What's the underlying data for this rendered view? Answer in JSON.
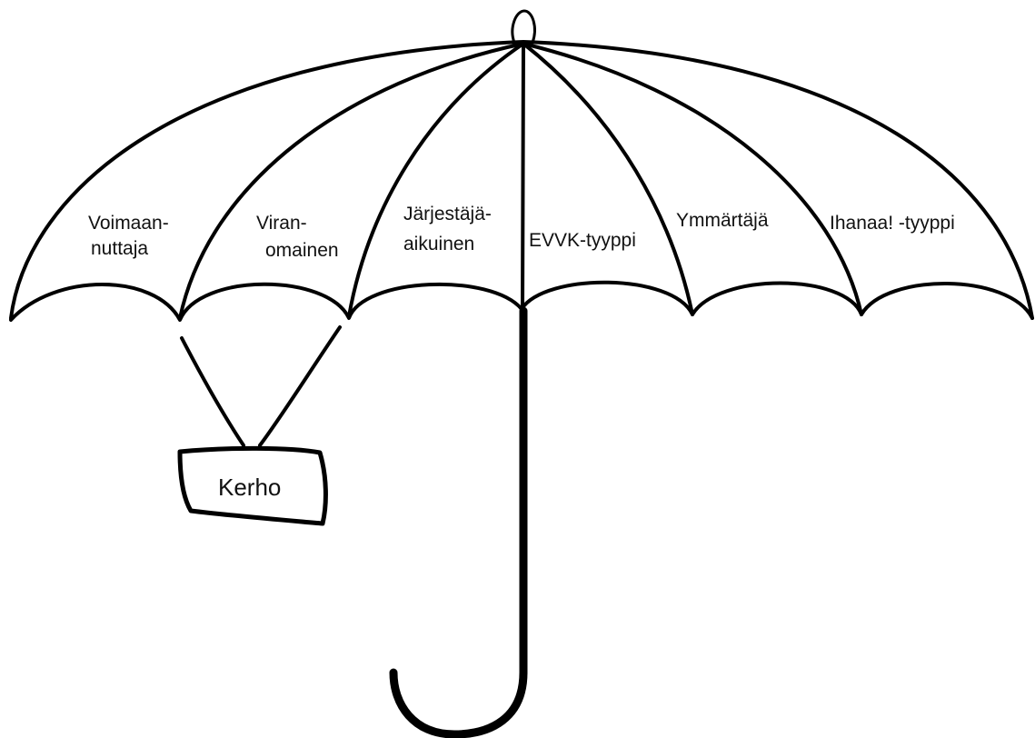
{
  "segments": [
    {
      "line1": "Voimaan-",
      "line2": "nuttaja"
    },
    {
      "line1": "Viran-",
      "line2": "omainen"
    },
    {
      "line1": "Järjestäjä-",
      "line2": "aikuinen"
    },
    {
      "line1": "EVVK-tyyppi",
      "line2": ""
    },
    {
      "line1": "Ymmärtäjä",
      "line2": ""
    },
    {
      "line1": "Ihanaa! -tyyppi",
      "line2": ""
    }
  ],
  "hanging_box": {
    "label": "Kerho"
  }
}
